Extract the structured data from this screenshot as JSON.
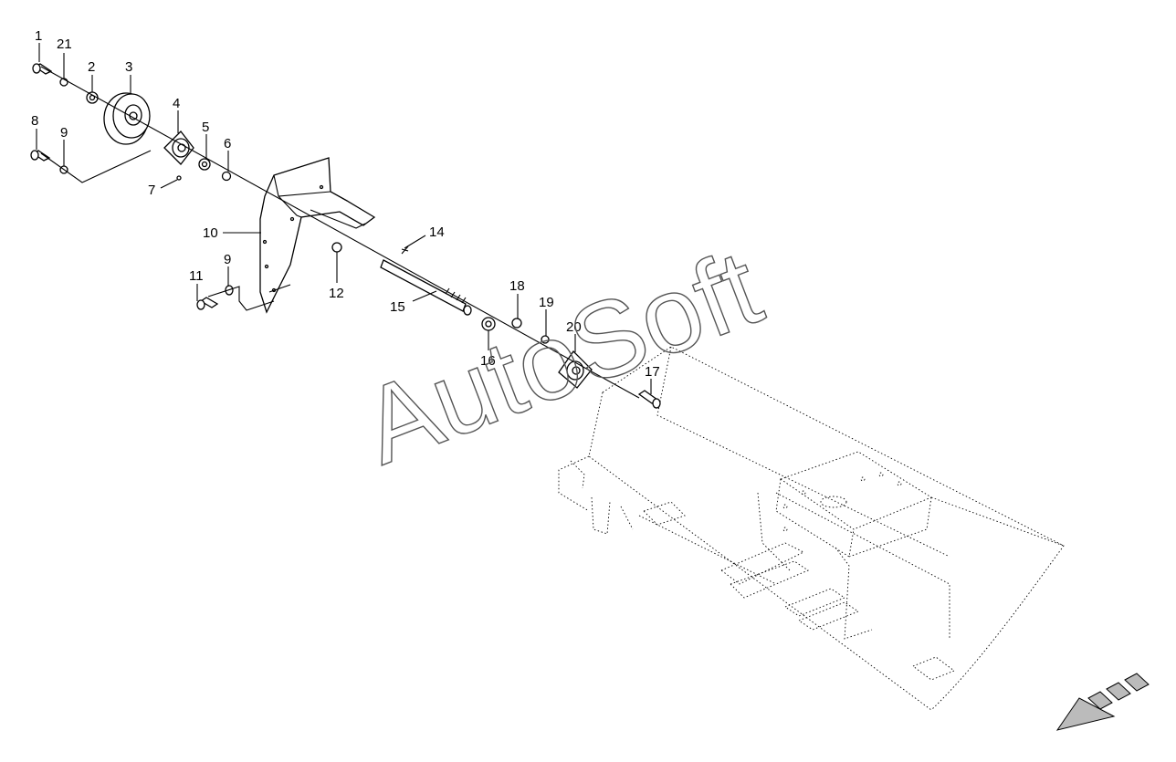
{
  "watermark": "AutoSoft",
  "callouts": [
    {
      "id": "c1",
      "text": "1"
    },
    {
      "id": "c21",
      "text": "21"
    },
    {
      "id": "c2",
      "text": "2"
    },
    {
      "id": "c3",
      "text": "3"
    },
    {
      "id": "c8",
      "text": "8"
    },
    {
      "id": "c9a",
      "text": "9"
    },
    {
      "id": "c4",
      "text": "4"
    },
    {
      "id": "c5",
      "text": "5"
    },
    {
      "id": "c6",
      "text": "6"
    },
    {
      "id": "c7",
      "text": "7"
    },
    {
      "id": "c10",
      "text": "10"
    },
    {
      "id": "c14",
      "text": "14"
    },
    {
      "id": "c11",
      "text": "11"
    },
    {
      "id": "c9b",
      "text": "9"
    },
    {
      "id": "c12",
      "text": "12"
    },
    {
      "id": "c15",
      "text": "15"
    },
    {
      "id": "c18",
      "text": "18"
    },
    {
      "id": "c19",
      "text": "19"
    },
    {
      "id": "c20",
      "text": "20"
    },
    {
      "id": "c16",
      "text": "16"
    },
    {
      "id": "c17",
      "text": "17"
    }
  ],
  "icons": {
    "direction": "front-direction-arrow-icon"
  }
}
